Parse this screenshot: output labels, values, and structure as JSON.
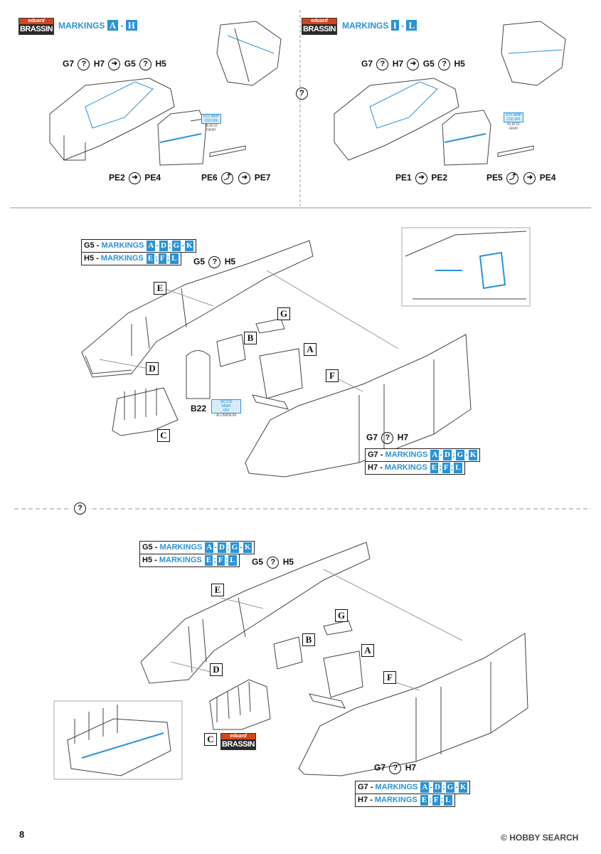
{
  "page": {
    "number": "8",
    "watermark": "HOBBY SEARCH"
  },
  "brand": {
    "top": "eduard",
    "bottom": "BRASSIN"
  },
  "colors": {
    "accent": "#2a93d5",
    "logo_orange": "#f2a93b",
    "logo_red": "#d7441c"
  },
  "panel_left": {
    "markings_label": "MARKINGS",
    "markings_from": "A",
    "markings_dash": "-",
    "markings_to": "H",
    "variants": "G7",
    "v2": "H7",
    "v3": "G5",
    "v4": "H5",
    "paint": {
      "line1": "H13",
      "line2": "MMP",
      "line3": "C60",
      "line4": "066",
      "line5": "RLM 02",
      "line6": "GRAY"
    },
    "pe_a": "PE2",
    "pe_b": "PE4",
    "pe_c": "PE6",
    "pe_d": "PE7"
  },
  "panel_right": {
    "markings_label": "MARKINGS",
    "markings_from": "I",
    "markings_dash": "-",
    "markings_to": "L",
    "variants": "G7",
    "v2": "H7",
    "v3": "G5",
    "v4": "H5",
    "paint": {
      "line1": "H70",
      "line2": "MMP",
      "line3": "C60",
      "line4": "066",
      "line5": "RLM 02",
      "line6": "GRAY"
    },
    "pe_a": "PE1",
    "pe_b": "PE2",
    "pe_c": "PE5",
    "pe_d": "PE4"
  },
  "question": "?",
  "section1": {
    "g5_prefix": "G5 -",
    "h5_prefix": "H5 -",
    "mk": "MARKINGS",
    "g5_boxes": [
      "A",
      "D",
      "G",
      "K"
    ],
    "g5_seps": [
      "-",
      ";",
      "-"
    ],
    "h5_boxes": [
      "E",
      "F",
      "L"
    ],
    "h5_seps": [
      ";",
      ";"
    ],
    "g5h5_left": "G5",
    "g5h5_right": "H5",
    "g7h7_left": "G7",
    "g7h7_right": "H7",
    "g7_prefix": "G7 -",
    "h7_prefix": "H7 -",
    "g7_boxes": [
      "A",
      "D",
      "G",
      "K"
    ],
    "g7_seps": [
      "-",
      ";",
      "-"
    ],
    "h7_boxes": [
      "E",
      "F",
      "L"
    ],
    "h7_seps": [
      ";",
      ";"
    ],
    "parts": {
      "A": "A",
      "B": "B",
      "C": "C",
      "D": "D",
      "E": "E",
      "F": "F",
      "G": "G"
    },
    "b22": "B22",
    "paint": {
      "line1": "MC218",
      "line2": "MMM",
      "line3": "003",
      "line4": "ALUMINIUM"
    }
  },
  "section2": {
    "g5_prefix": "G5 -",
    "h5_prefix": "H5 -",
    "mk": "MARKINGS",
    "g5_boxes": [
      "A",
      "D",
      "G",
      "K"
    ],
    "g5_seps": [
      "-",
      ";",
      "-"
    ],
    "h5_boxes": [
      "E",
      "F",
      "L"
    ],
    "h5_seps": [
      ";",
      ";"
    ],
    "g5h5_left": "G5",
    "g5h5_right": "H5",
    "g7h7_left": "G7",
    "g7h7_right": "H7",
    "g7_prefix": "G7 -",
    "h7_prefix": "H7 -",
    "g7_boxes": [
      "A",
      "D",
      "G",
      "K"
    ],
    "g7_seps": [
      "-",
      ";",
      "-"
    ],
    "h7_boxes": [
      "E",
      "F",
      "L"
    ],
    "h7_seps": [
      ";",
      ";"
    ],
    "parts": {
      "A": "A",
      "B": "B",
      "C": "C",
      "D": "D",
      "E": "E",
      "F": "F",
      "G": "G"
    }
  }
}
